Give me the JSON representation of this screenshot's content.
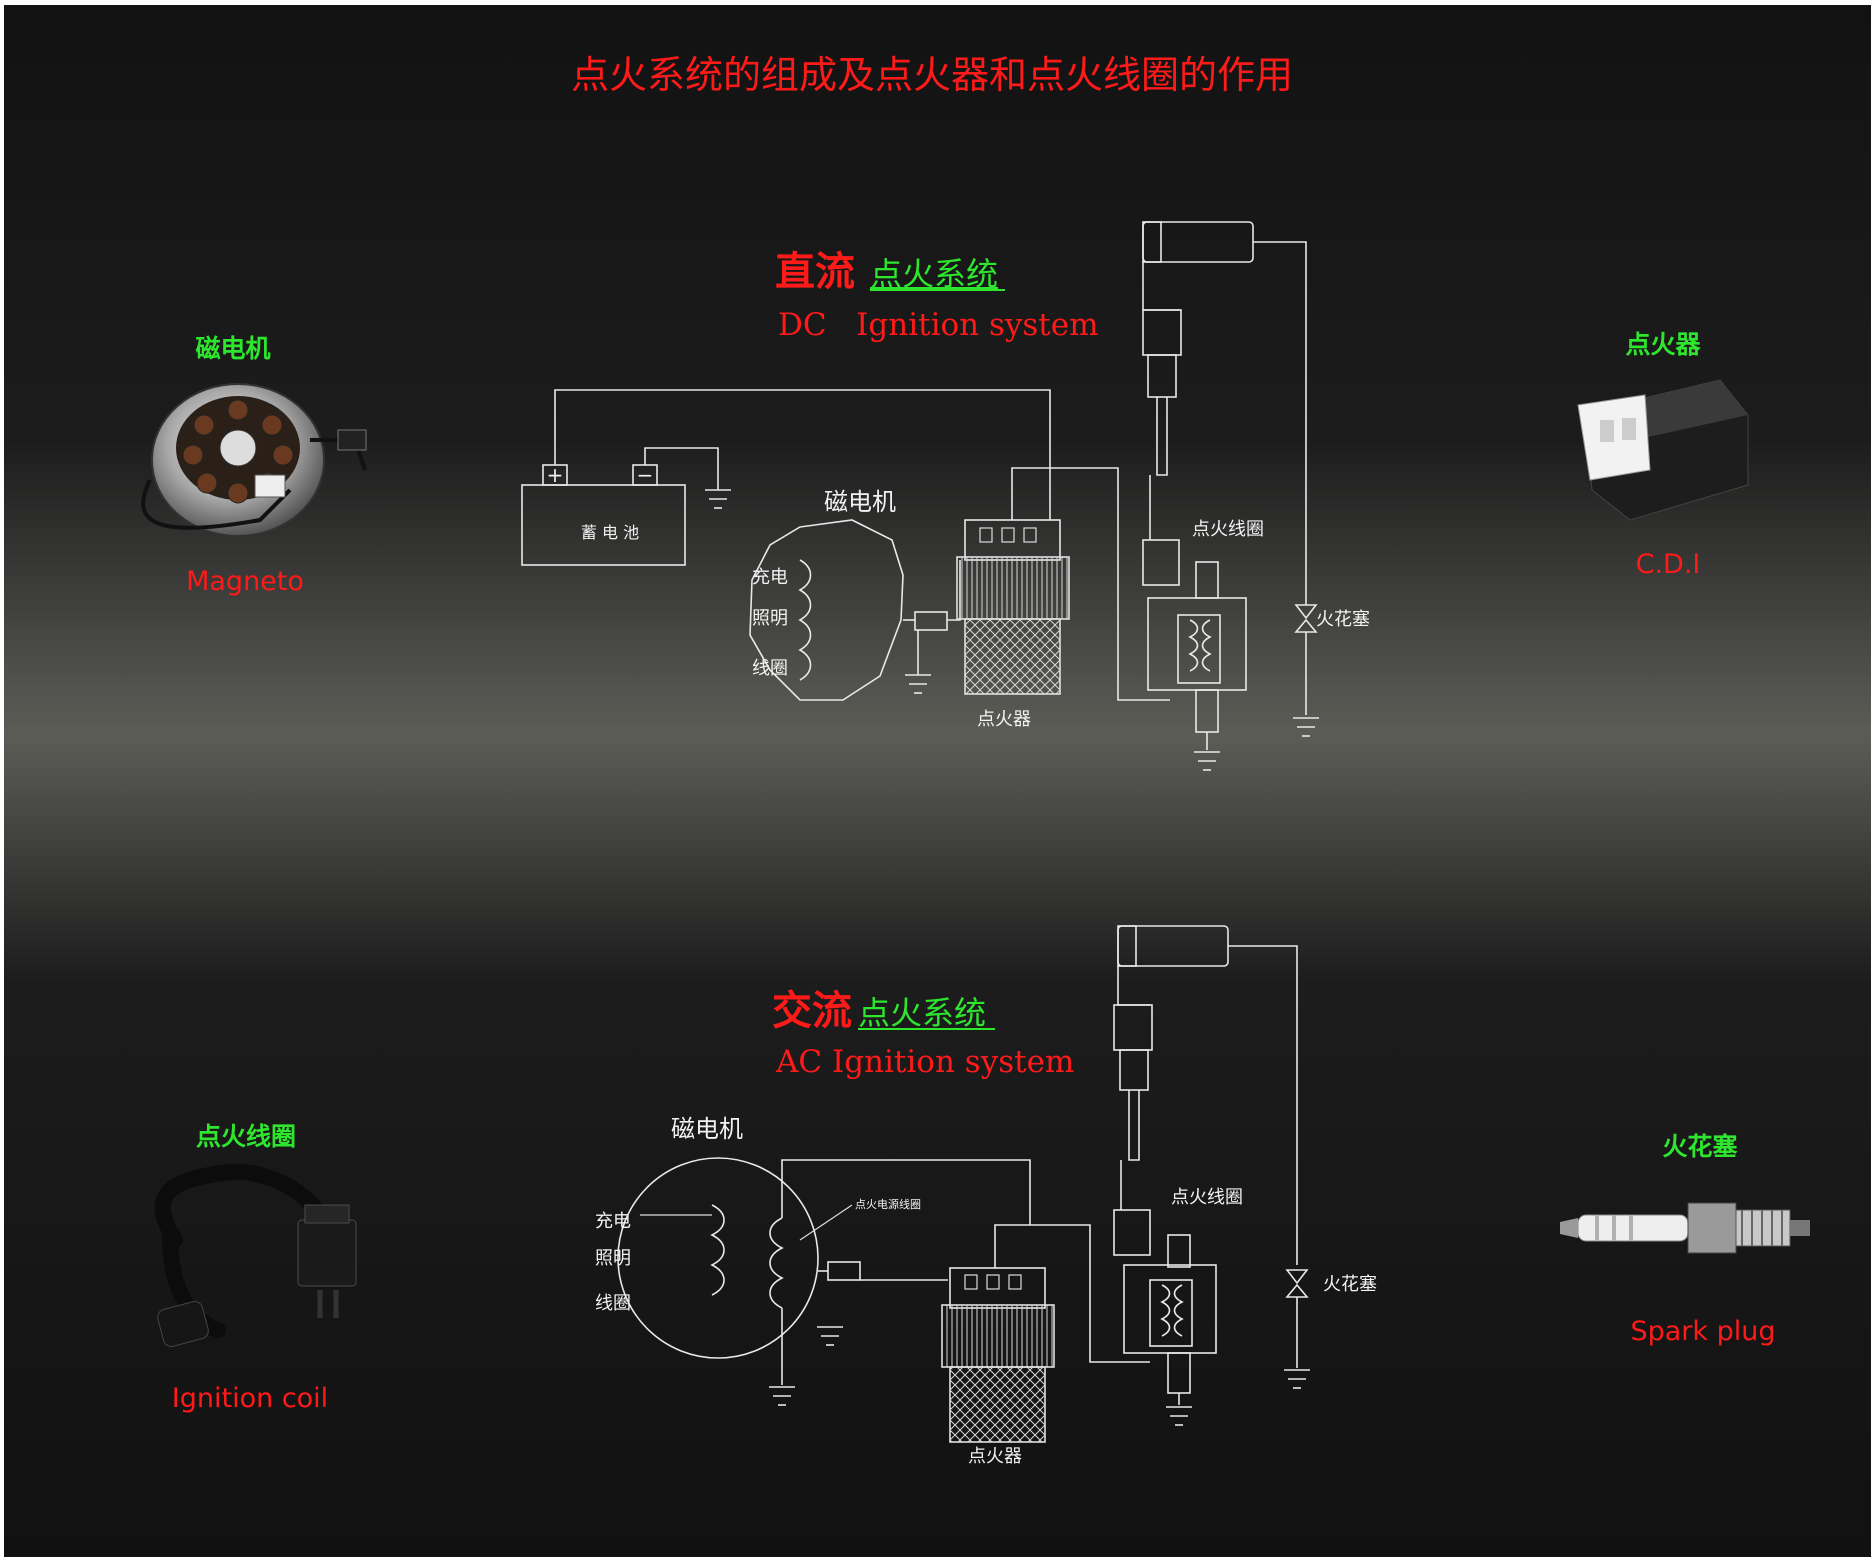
{
  "page": {
    "title": "点火系统的组成及点火器和点火线圈的作用",
    "colors": {
      "background_dark": "#141414",
      "background_mid": "#5a5a56",
      "title_red": "#ff1a1a",
      "label_green": "#2ee62e",
      "caption_red": "#ff1a1a",
      "diagram_line": "#e8e8e8"
    }
  },
  "parts": {
    "magneto": {
      "cn": "磁电机",
      "en": "Magneto",
      "icon": "magneto-photo"
    },
    "cdi": {
      "cn": "点火器",
      "en": "C.D.I",
      "icon": "cdi-photo"
    },
    "coil": {
      "cn": "点火线圈",
      "en": "Ignition coil",
      "icon": "ignition-coil-photo"
    },
    "plug": {
      "cn": "火花塞",
      "en": "Spark plug",
      "icon": "spark-plug-photo"
    }
  },
  "dc": {
    "heading_red": "直流",
    "heading_green": "点火系统",
    "english": "DC   Ignition system",
    "battery": "蓄 电 池",
    "battery_plus": "+",
    "battery_minus": "−",
    "magneto": "磁电机",
    "charge": "充电",
    "lighting": "照明",
    "winding": "线圈",
    "igniter": "点火器",
    "coil": "点火线圈",
    "plug": "火花塞"
  },
  "ac": {
    "heading_red": "交流",
    "heading_green": "点火系统",
    "english": "AC Ignition system",
    "magneto": "磁电机",
    "charge": "充电",
    "lighting": "照明",
    "winding": "线圈",
    "source_coil": "点火电源线圈",
    "igniter": "点火器",
    "coil": "点火线圈",
    "plug": "火花塞"
  }
}
